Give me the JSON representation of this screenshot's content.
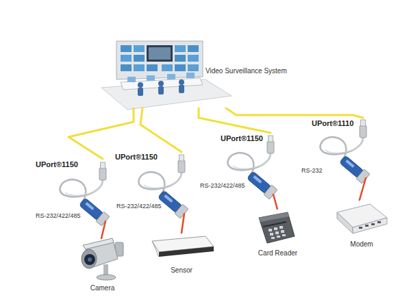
{
  "diagram": {
    "nodes": [
      {
        "text": [
          "Video Surveillance System"
        ]
      },
      {
        "text": [
          "UPort®1150",
          "RS-232/422/485"
        ]
      },
      {
        "text": [
          "UPort®1150",
          "RS-232/422/485"
        ]
      },
      {
        "text": [
          "UPort®1150",
          "RS-232/422/485"
        ]
      },
      {
        "text": [
          "UPort®1110",
          "RS-232"
        ]
      },
      {
        "text": [
          "Camera"
        ]
      },
      {
        "text": [
          "Sensor"
        ]
      },
      {
        "text": [
          "Card Reader"
        ]
      },
      {
        "text": [
          "Modem"
        ]
      }
    ],
    "edges": [
      {
        "from": 0,
        "to": 1,
        "arrow": "none"
      },
      {
        "from": 0,
        "to": 2,
        "arrow": "none"
      },
      {
        "from": 0,
        "to": 3,
        "arrow": "none"
      },
      {
        "from": 0,
        "to": 4,
        "arrow": "none"
      },
      {
        "from": 1,
        "to": 5,
        "arrow": "none"
      },
      {
        "from": 2,
        "to": 6,
        "arrow": "none"
      },
      {
        "from": 3,
        "to": 7,
        "arrow": "none"
      },
      {
        "from": 4,
        "to": 8,
        "arrow": "none"
      }
    ]
  }
}
